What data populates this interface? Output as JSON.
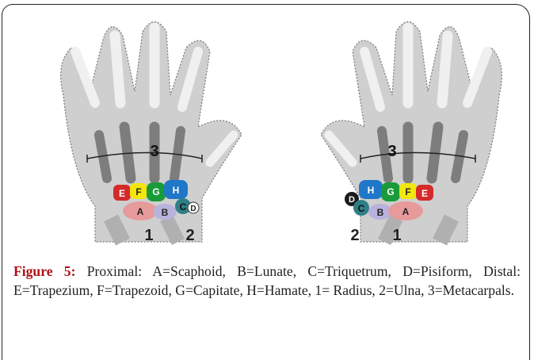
{
  "figure": {
    "label": "Figure 5:",
    "caption": "Proximal: A=Scaphoid, B=Lunate, C=Triquetrum, D=Pisiform, Distal: E=Trapezium, F=Trapezoid, G=Capitate, H=Hamate, 1= Radius, 2=Ulna, 3=Metacarpals."
  },
  "left_hand": {
    "metacarpal_label": "3",
    "bones": {
      "E": "E",
      "F": "F",
      "G": "G",
      "H": "H",
      "A": "A",
      "B": "B",
      "C": "C",
      "D": "D"
    },
    "forearm": {
      "radius": "1",
      "ulna": "2"
    }
  },
  "right_hand": {
    "metacarpal_label": "3",
    "bones": {
      "E": "E",
      "F": "F",
      "G": "G",
      "H": "H",
      "A": "A",
      "B": "B",
      "C": "C",
      "D": "D"
    },
    "forearm": {
      "radius": "1",
      "ulna": "2"
    }
  },
  "colors": {
    "E": "#d42a2a",
    "F": "#f2e60e",
    "G": "#1a9b3a",
    "H": "#1f77c8",
    "A": "#e79a9a",
    "B": "#b8b2dc",
    "C": "#2f7f86",
    "D": "#1b1b1b",
    "hand": "#c9c9c9",
    "bone_dark": "#7d7d7d",
    "caption_label": "#b01216"
  }
}
